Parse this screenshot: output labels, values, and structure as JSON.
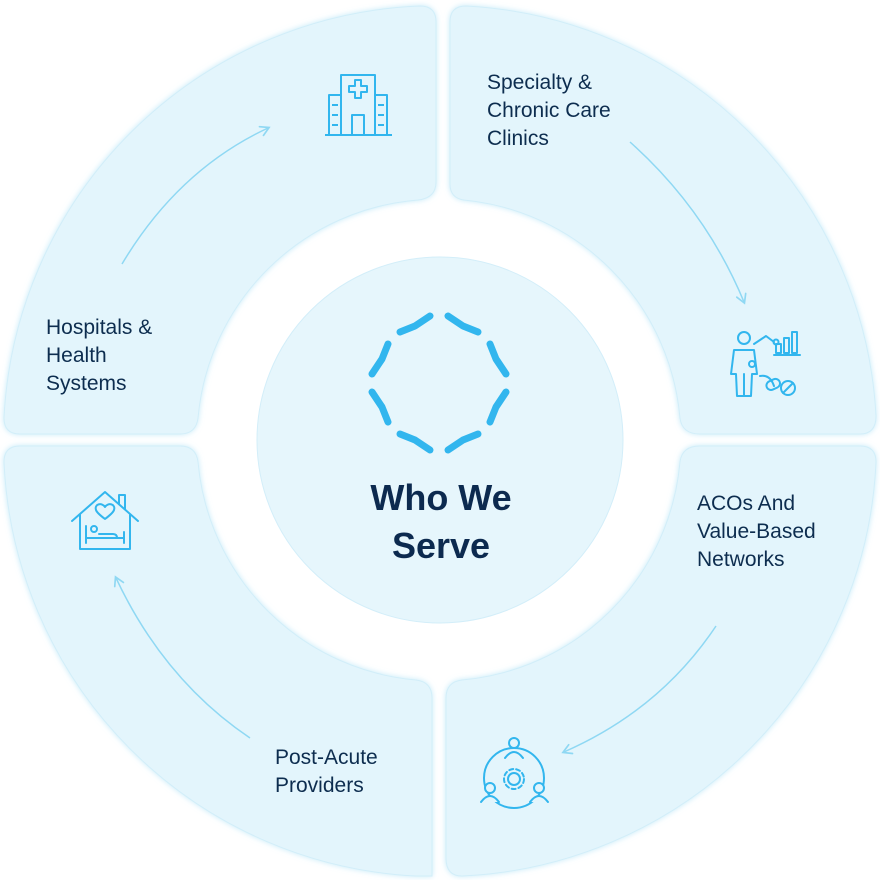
{
  "center": {
    "title_line1": "Who We",
    "title_line2": "Serve"
  },
  "segments": [
    {
      "id": "specialty",
      "label_lines": [
        "Specialty &",
        "Chronic Care",
        "Clinics"
      ],
      "icon": "patient-analytics-icon"
    },
    {
      "id": "aco",
      "label_lines": [
        "ACOs And",
        "Value-Based",
        "Networks"
      ],
      "icon": "network-people-gear-icon"
    },
    {
      "id": "post-acute",
      "label_lines": [
        "Post-Acute",
        "Providers"
      ],
      "icon": "home-care-icon"
    },
    {
      "id": "hospitals",
      "label_lines": [
        "Hospitals &",
        "Health",
        "Systems"
      ],
      "icon": "hospital-building-icon"
    }
  ],
  "colors": {
    "segment_fill": "#e3f5fc",
    "center_fill": "#e6f6fc",
    "accent": "#32b6ee",
    "arrow": "#8fd8f3",
    "text": "#0d2d4f"
  }
}
